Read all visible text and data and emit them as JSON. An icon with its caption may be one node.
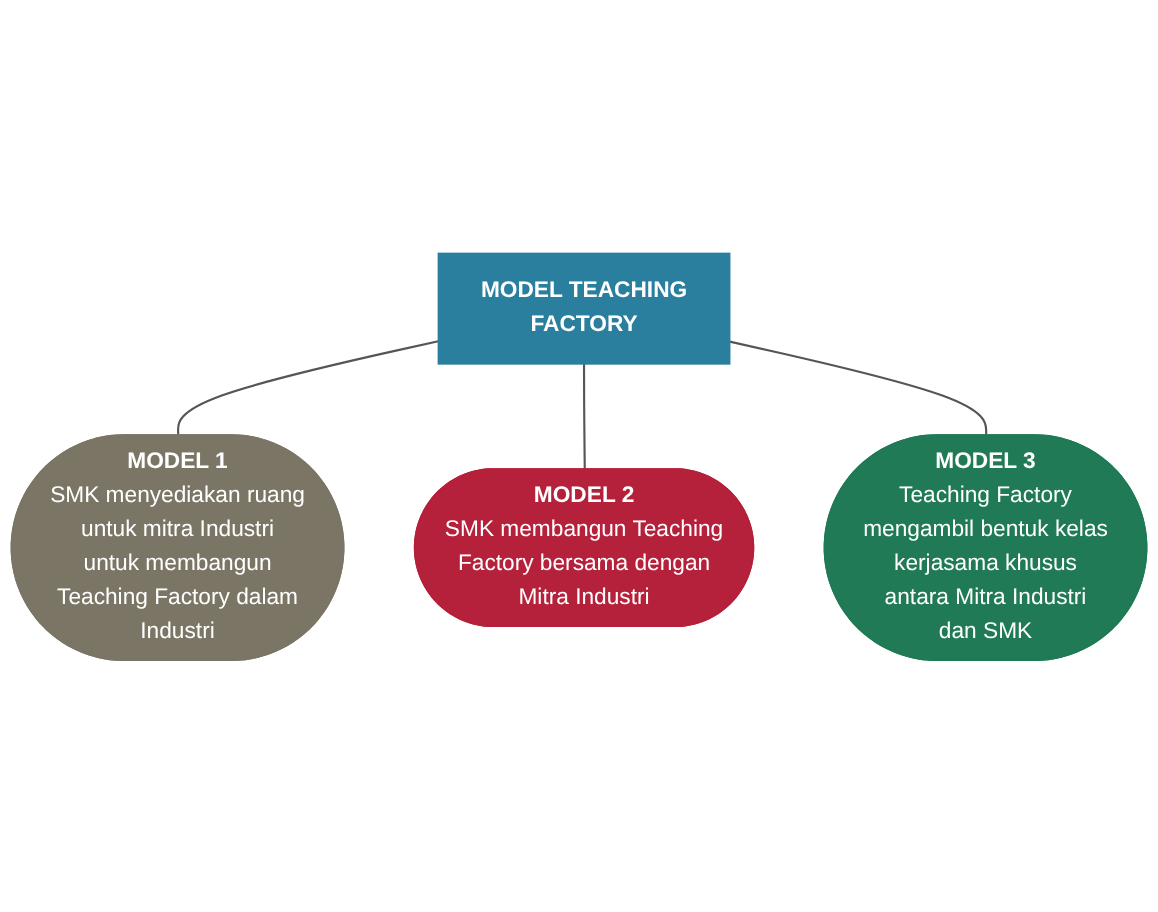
{
  "diagram": {
    "nodes": [
      {
        "text": [
          "MODEL TEACHING FACTORY"
        ]
      },
      {
        "text": [
          "MODEL 1",
          "SMK menyediakan ruang untuk mitra Industri untuk membangun Teaching Factory dalam Industri"
        ]
      },
      {
        "text": [
          "MODEL 2",
          "SMK membangun Teaching Factory bersama dengan Mitra Industri"
        ]
      },
      {
        "text": [
          "MODEL 3",
          "Teaching Factory mengambil bentuk kelas kerjasama khusus antara Mitra Industri dan SMK"
        ]
      }
    ],
    "edges": [
      {
        "from": 0,
        "to": 1,
        "arrow": "none"
      },
      {
        "from": 0,
        "to": 2,
        "arrow": "none"
      },
      {
        "from": 0,
        "to": 3,
        "arrow": "none"
      }
    ]
  }
}
